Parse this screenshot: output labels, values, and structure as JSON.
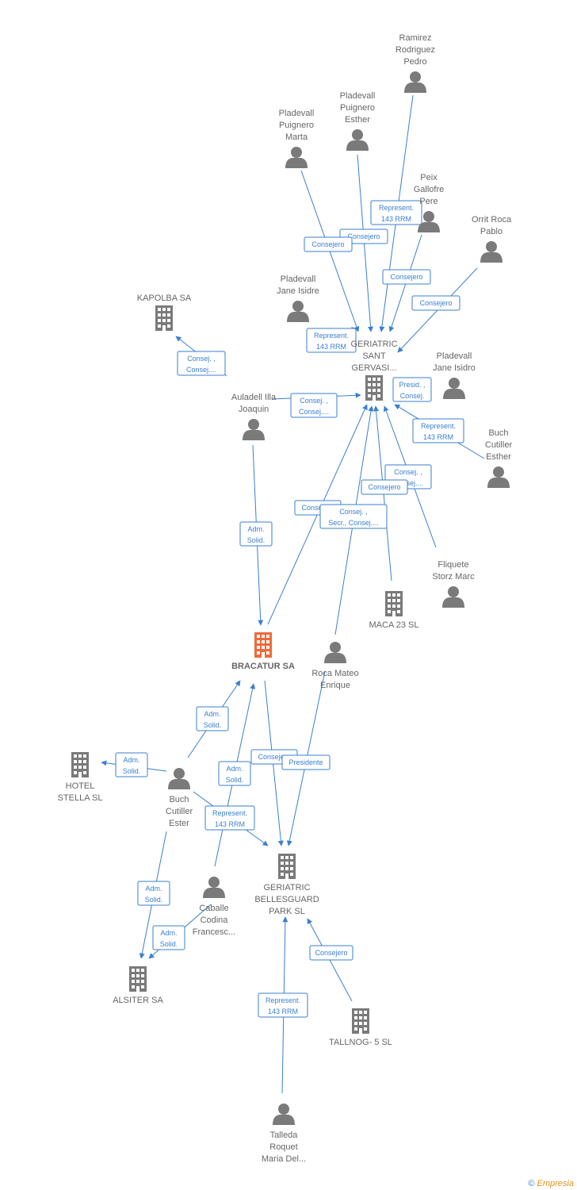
{
  "colors": {
    "edge": "#3a7fd0",
    "company": "#7a7a7a",
    "main_company": "#f06a3a",
    "person": "#7a7a7a",
    "label": "#666666"
  },
  "nodes": [
    {
      "id": "ramirez",
      "type": "person",
      "label": [
        "Ramirez",
        "Rodriguez",
        "Pedro"
      ]
    },
    {
      "id": "pladevall_esther",
      "type": "person",
      "label": [
        "Pladevall",
        "Puignero",
        "Esther"
      ]
    },
    {
      "id": "pladevall_marta",
      "type": "person",
      "label": [
        "Pladevall",
        "Puignero",
        "Marta"
      ]
    },
    {
      "id": "peix",
      "type": "person",
      "label": [
        "Peix",
        "Gallofre",
        "Pere"
      ]
    },
    {
      "id": "orrit",
      "type": "person",
      "label": [
        "Orrit Roca",
        "Pablo"
      ]
    },
    {
      "id": "pladevall_jane_isidre",
      "type": "person",
      "label": [
        "Pladevall",
        "Jane Isidre"
      ]
    },
    {
      "id": "kapolba",
      "type": "company",
      "label": [
        "KAPOLBA SA"
      ]
    },
    {
      "id": "geriatric_sant",
      "type": "company",
      "label": [
        "GERIATRIC",
        "SANT",
        "GERVASI..."
      ]
    },
    {
      "id": "pladevall_jane_isidro",
      "type": "person",
      "label": [
        "Pladevall",
        "Jane Isidro"
      ]
    },
    {
      "id": "auladell",
      "type": "person",
      "label": [
        "Auladell Illa",
        "Joaquin"
      ]
    },
    {
      "id": "buch_esther",
      "type": "person",
      "label": [
        "Buch",
        "Cutiller",
        "Esther"
      ]
    },
    {
      "id": "fliquete",
      "type": "person",
      "label": [
        "Fliquete",
        "Storz Marc"
      ]
    },
    {
      "id": "maca",
      "type": "company",
      "label": [
        "MACA 23 SL"
      ]
    },
    {
      "id": "bracatur",
      "type": "main",
      "label": [
        "BRACATUR SA"
      ]
    },
    {
      "id": "roca",
      "type": "person",
      "label": [
        "Roca Mateo",
        "Enrique"
      ]
    },
    {
      "id": "hotel",
      "type": "company",
      "label": [
        "HOTEL",
        "STELLA SL"
      ]
    },
    {
      "id": "buch_ester",
      "type": "person",
      "label": [
        "Buch",
        "Cutiller",
        "Ester"
      ]
    },
    {
      "id": "geriatric_bellesguard",
      "type": "company",
      "label": [
        "GERIATRIC",
        "BELLESGUARD",
        "PARK SL"
      ]
    },
    {
      "id": "caballe",
      "type": "person",
      "label": [
        "Caballe",
        "Codina",
        "Francesc..."
      ]
    },
    {
      "id": "alsiter",
      "type": "company",
      "label": [
        "ALSITER SA"
      ]
    },
    {
      "id": "tallnog",
      "type": "company",
      "label": [
        "TALLNOG- 5 SL"
      ]
    },
    {
      "id": "talleda",
      "type": "person",
      "label": [
        "Talleda",
        "Roquet",
        "Maria Del..."
      ]
    }
  ],
  "edges": [
    {
      "from": "ramirez",
      "to": "geriatric_sant",
      "label": [
        "Represent.",
        "143 RRM"
      ]
    },
    {
      "from": "pladevall_esther",
      "to": "geriatric_sant",
      "label": [
        "Consejero"
      ]
    },
    {
      "from": "pladevall_marta",
      "to": "geriatric_sant",
      "label": [
        "Consejero"
      ]
    },
    {
      "from": "peix",
      "to": "geriatric_sant",
      "label": [
        "Consejero"
      ]
    },
    {
      "from": "orrit",
      "to": "geriatric_sant",
      "label": [
        "Consejero"
      ]
    },
    {
      "from": "pladevall_jane_isidre",
      "to": "geriatric_sant",
      "label": [
        "Represent.",
        "143 RRM"
      ]
    },
    {
      "from": "auladell",
      "to": "kapolba",
      "label": [
        "Consej. ,",
        "Consej...."
      ]
    },
    {
      "from": "auladell",
      "to": "geriatric_sant",
      "label": [
        "Consej. ,",
        "Consej...."
      ]
    },
    {
      "from": "pladevall_jane_isidro",
      "to": "geriatric_sant",
      "label": [
        "Presid. ,",
        "Consej."
      ]
    },
    {
      "from": "buch_esther",
      "to": "geriatric_sant",
      "label": [
        "Represent.",
        "143 RRM"
      ]
    },
    {
      "from": "fliquete",
      "to": "geriatric_sant",
      "label": [
        "Consej. ,",
        "Consej...."
      ]
    },
    {
      "from": "maca",
      "to": "geriatric_sant",
      "label": [
        "Consejero"
      ]
    },
    {
      "from": "bracatur",
      "to": "geriatric_sant",
      "label": [
        "Consejero"
      ]
    },
    {
      "from": "roca",
      "to": "geriatric_sant",
      "label": [
        "Consej. ,",
        "Secr., Consej...."
      ]
    },
    {
      "from": "auladell",
      "to": "bracatur",
      "label": [
        "Adm.",
        "Solid."
      ]
    },
    {
      "from": "buch_ester",
      "to": "hotel",
      "label": [
        "Adm.",
        "Solid."
      ]
    },
    {
      "from": "buch_ester",
      "to": "bracatur",
      "label": [
        "Adm.",
        "Solid."
      ]
    },
    {
      "from": "caballe",
      "to": "bracatur",
      "label": [
        "Adm.",
        "Solid."
      ]
    },
    {
      "from": "bracatur",
      "to": "geriatric_bellesguard",
      "label": [
        "Consejero"
      ]
    },
    {
      "from": "roca",
      "to": "geriatric_bellesguard",
      "label": [
        "Presidente"
      ]
    },
    {
      "from": "buch_ester",
      "to": "geriatric_bellesguard",
      "label": [
        "Represent.",
        "143 RRM"
      ]
    },
    {
      "from": "buch_ester",
      "to": "alsiter",
      "label": [
        "Adm.",
        "Solid."
      ]
    },
    {
      "from": "caballe",
      "to": "alsiter",
      "label": [
        "Adm.",
        "Solid."
      ]
    },
    {
      "from": "tallnog",
      "to": "geriatric_bellesguard",
      "label": [
        "Consejero"
      ]
    },
    {
      "from": "talleda",
      "to": "geriatric_bellesguard",
      "label": [
        "Represent.",
        "143 RRM"
      ]
    }
  ],
  "footer": {
    "copyright": "©",
    "brand": "Empresia"
  }
}
